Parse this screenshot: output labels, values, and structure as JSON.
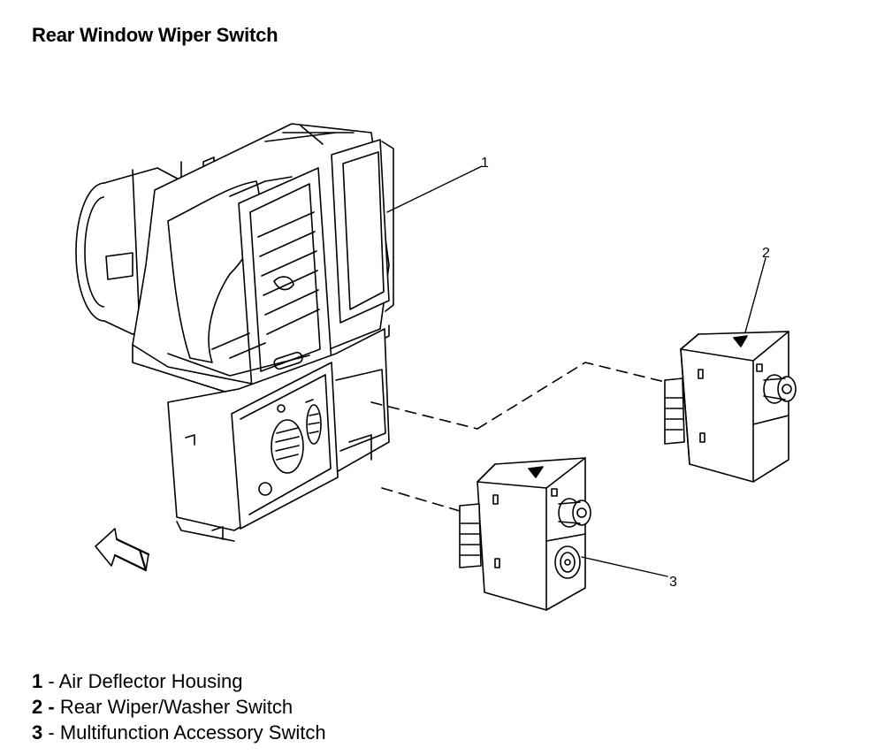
{
  "title": "Rear Window Wiper Switch",
  "callouts": [
    "1",
    "2",
    "3"
  ],
  "legend": [
    {
      "num": "1",
      "sep": " - ",
      "label": "Air Deflector Housing"
    },
    {
      "num": "2",
      "sep": " - ",
      "label": "Rear Wiper/Washer Switch"
    },
    {
      "num": "3",
      "sep": " - ",
      "label": "Multifunction Accessory Switch"
    }
  ]
}
